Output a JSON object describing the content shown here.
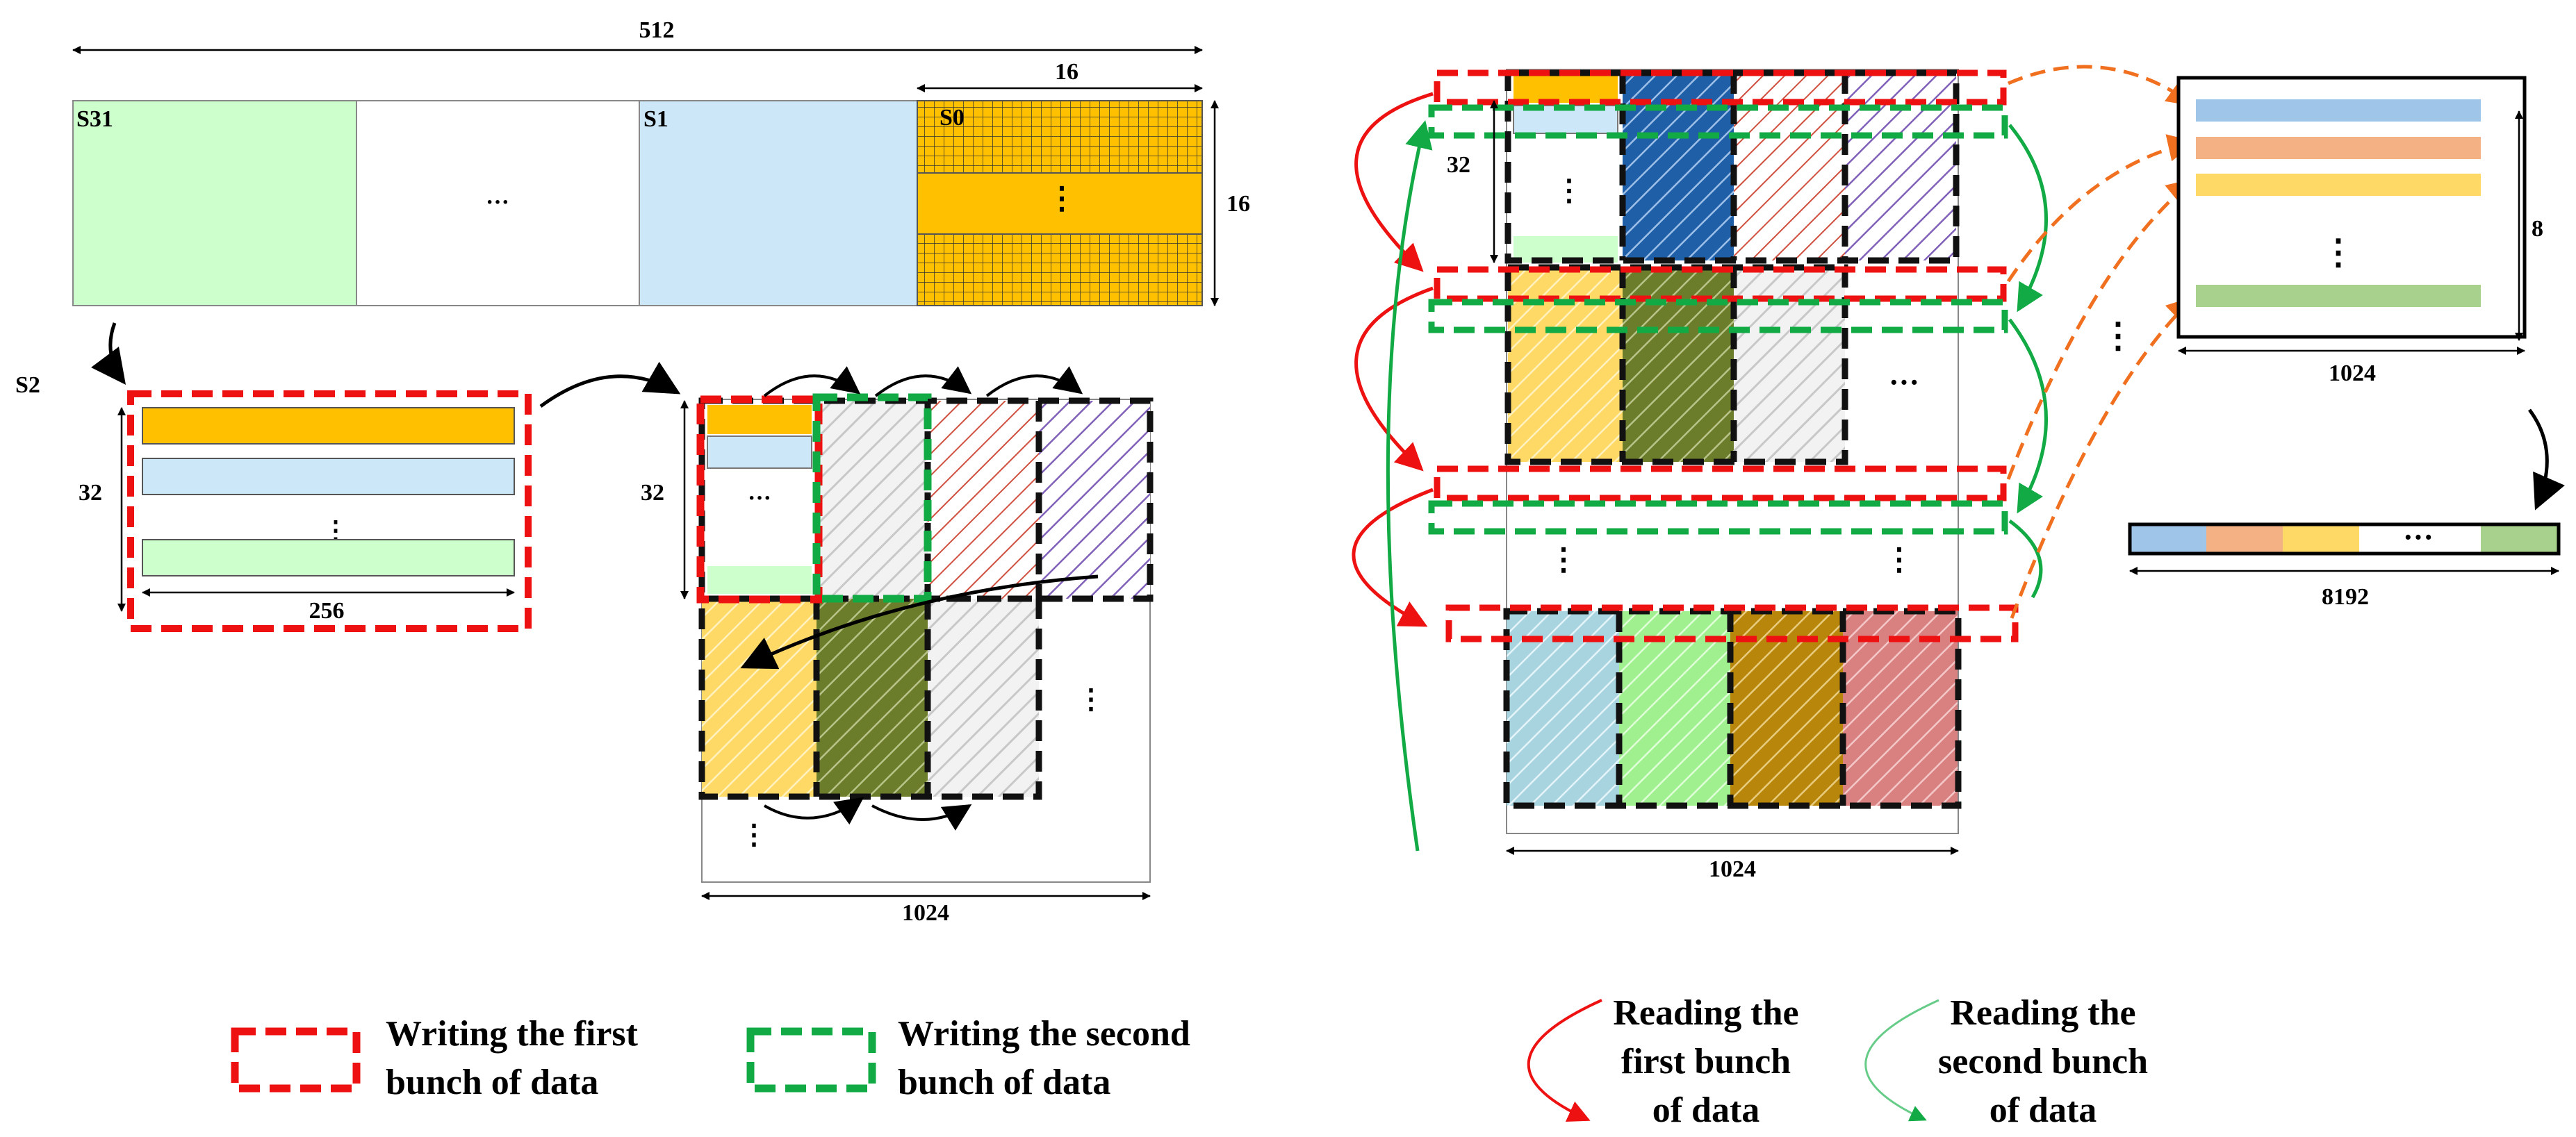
{
  "labels": {
    "top_width": "512",
    "s31": "S31",
    "s1": "S1",
    "s0": "S0",
    "s0_width": "16",
    "s0_height": "16",
    "s2": "S2",
    "buf_rows": "32",
    "buf_width": "256",
    "mid_rows": "32",
    "mid_width": "1024",
    "right_rows": "32",
    "right_width": "1024",
    "out_height": "8",
    "out_width": "1024",
    "final_width": "8192",
    "ellipsis": "···",
    "vdots": "⋮"
  },
  "legend": {
    "red_line1": "Writing the first",
    "red_line2": "bunch of data",
    "green_line1": "Writing the second",
    "green_line2": "bunch of data",
    "read1_line1": "Reading the",
    "read1_line2": "first bunch",
    "read1_line3": "of data",
    "read2_line1": "Reading the",
    "read2_line2": "second bunch",
    "read2_line3": "of data"
  },
  "colors": {
    "light_green": "#ccffcc",
    "light_blue": "#cce8f8",
    "amber": "#ffc000",
    "red_dash": "#ee1111",
    "green_dash": "#11aa44",
    "orange_arrow": "#f07020",
    "olive": "#6b7d2a",
    "dark_blue": "#1f5fa8",
    "yellow_hatch": "#ffd966",
    "purple_hatch": "#8060b8",
    "red_hatch": "#d05040",
    "sky": "#a8d4e0",
    "mint": "#a0f090",
    "gold_brown": "#b8860b",
    "rose": "#d98080",
    "bar_blue": "#9fc5e8",
    "bar_orange": "#f4b183",
    "bar_yellow": "#ffd966",
    "bar_green": "#a9d18e"
  }
}
